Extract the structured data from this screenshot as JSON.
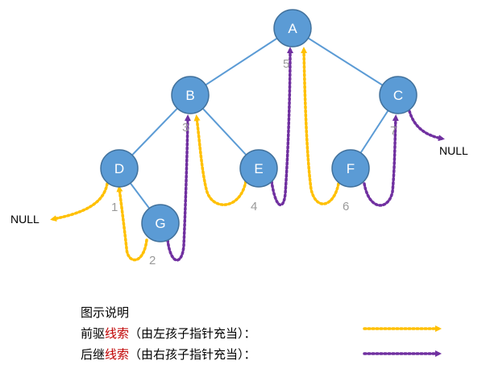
{
  "nodes": [
    {
      "id": "A",
      "label": "A"
    },
    {
      "id": "B",
      "label": "B"
    },
    {
      "id": "C",
      "label": "C"
    },
    {
      "id": "D",
      "label": "D"
    },
    {
      "id": "E",
      "label": "E"
    },
    {
      "id": "F",
      "label": "F"
    },
    {
      "id": "G",
      "label": "G"
    }
  ],
  "edges": [
    [
      "A",
      "B"
    ],
    [
      "A",
      "C"
    ],
    [
      "B",
      "D"
    ],
    [
      "B",
      "E"
    ],
    [
      "C",
      "F"
    ],
    [
      "D",
      "G"
    ]
  ],
  "order_labels": [
    "1",
    "2",
    "3",
    "4",
    "5",
    "6",
    "7"
  ],
  "null_left": "NULL",
  "null_right": "NULL",
  "legend": {
    "title": "图示说明",
    "pred_a": "前驱",
    "pred_b": "线索",
    "pred_c": "（由左孩子指针充当）：",
    "succ_a": "后继",
    "succ_b": "线索",
    "succ_c": "（由右孩子指针充当）：",
    "pred_color": "#ffc000",
    "succ_color": "#7030a0"
  },
  "colors": {
    "node_fill": "#5b9bd5",
    "node_stroke": "#41719c",
    "edge": "#5b9bd5"
  }
}
